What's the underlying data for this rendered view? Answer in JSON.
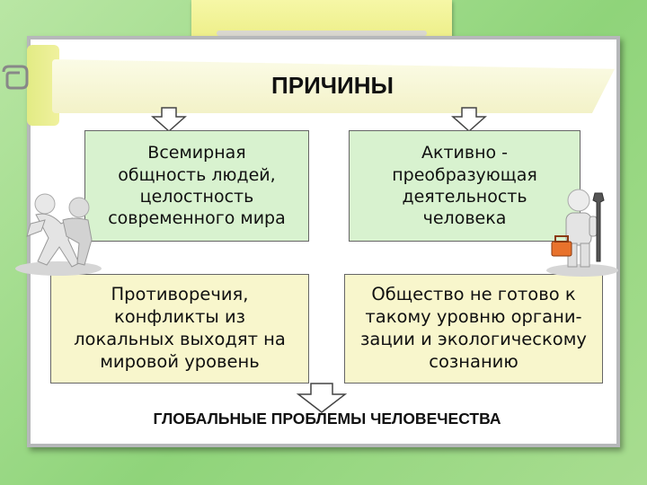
{
  "header": {
    "title": "ПРИЧИНЫ"
  },
  "causes": [
    {
      "text": "Всемирная\nобщность людей,\nцелостность\nсовременного мира"
    },
    {
      "text": "Активно -\nпреобразующая\nдеятельность\nчеловека"
    }
  ],
  "consequences": [
    {
      "text": "Противоречия,\nконфликты из\nлокальных выходят на\nмировой уровень"
    },
    {
      "text": "Общество не готово к\nтакому уровню органи-\nзации и экологическому\nсознанию"
    }
  ],
  "footer": {
    "title": "ГЛОБАЛЬНЫЕ ПРОБЛЕМЫ ЧЕЛОВЕЧЕСТВА"
  },
  "colors": {
    "background": "#8fd47a",
    "green_box": "#d8f2cf",
    "yellow_box": "#f8f6cc",
    "tab": "#e9eb7c"
  },
  "icons": [
    "wrestling-figures-icon",
    "worker-with-wrench-icon",
    "paper-clip-icon"
  ]
}
